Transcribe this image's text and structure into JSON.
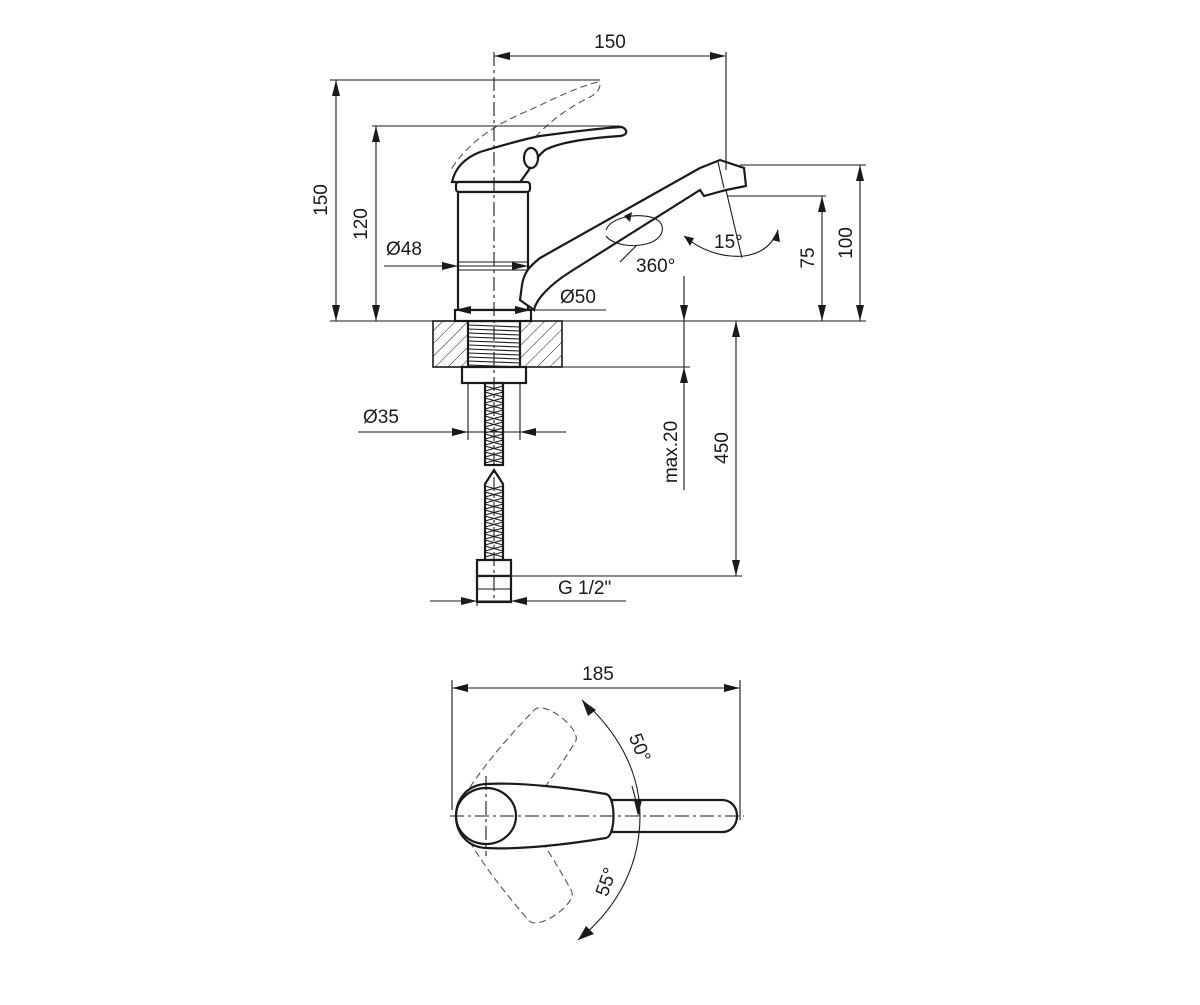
{
  "side_view": {
    "dim_width_top": "150",
    "dim_height_total": "150",
    "dim_handle_height": "120",
    "dim_body_diameter": "Ø48",
    "dim_base_diameter": "Ø50",
    "dim_spout_rotation": "360°",
    "dim_spout_tilt": "15°",
    "dim_spout_outlet_height": "75",
    "dim_spout_top_height": "100",
    "dim_shank_diameter": "Ø35",
    "dim_max_deck": "max.20",
    "dim_hose_length": "450",
    "dim_connection": "G 1/2\""
  },
  "top_view": {
    "dim_overall_length": "185",
    "dim_handle_angle_up": "50°",
    "dim_handle_angle_down": "55°"
  }
}
